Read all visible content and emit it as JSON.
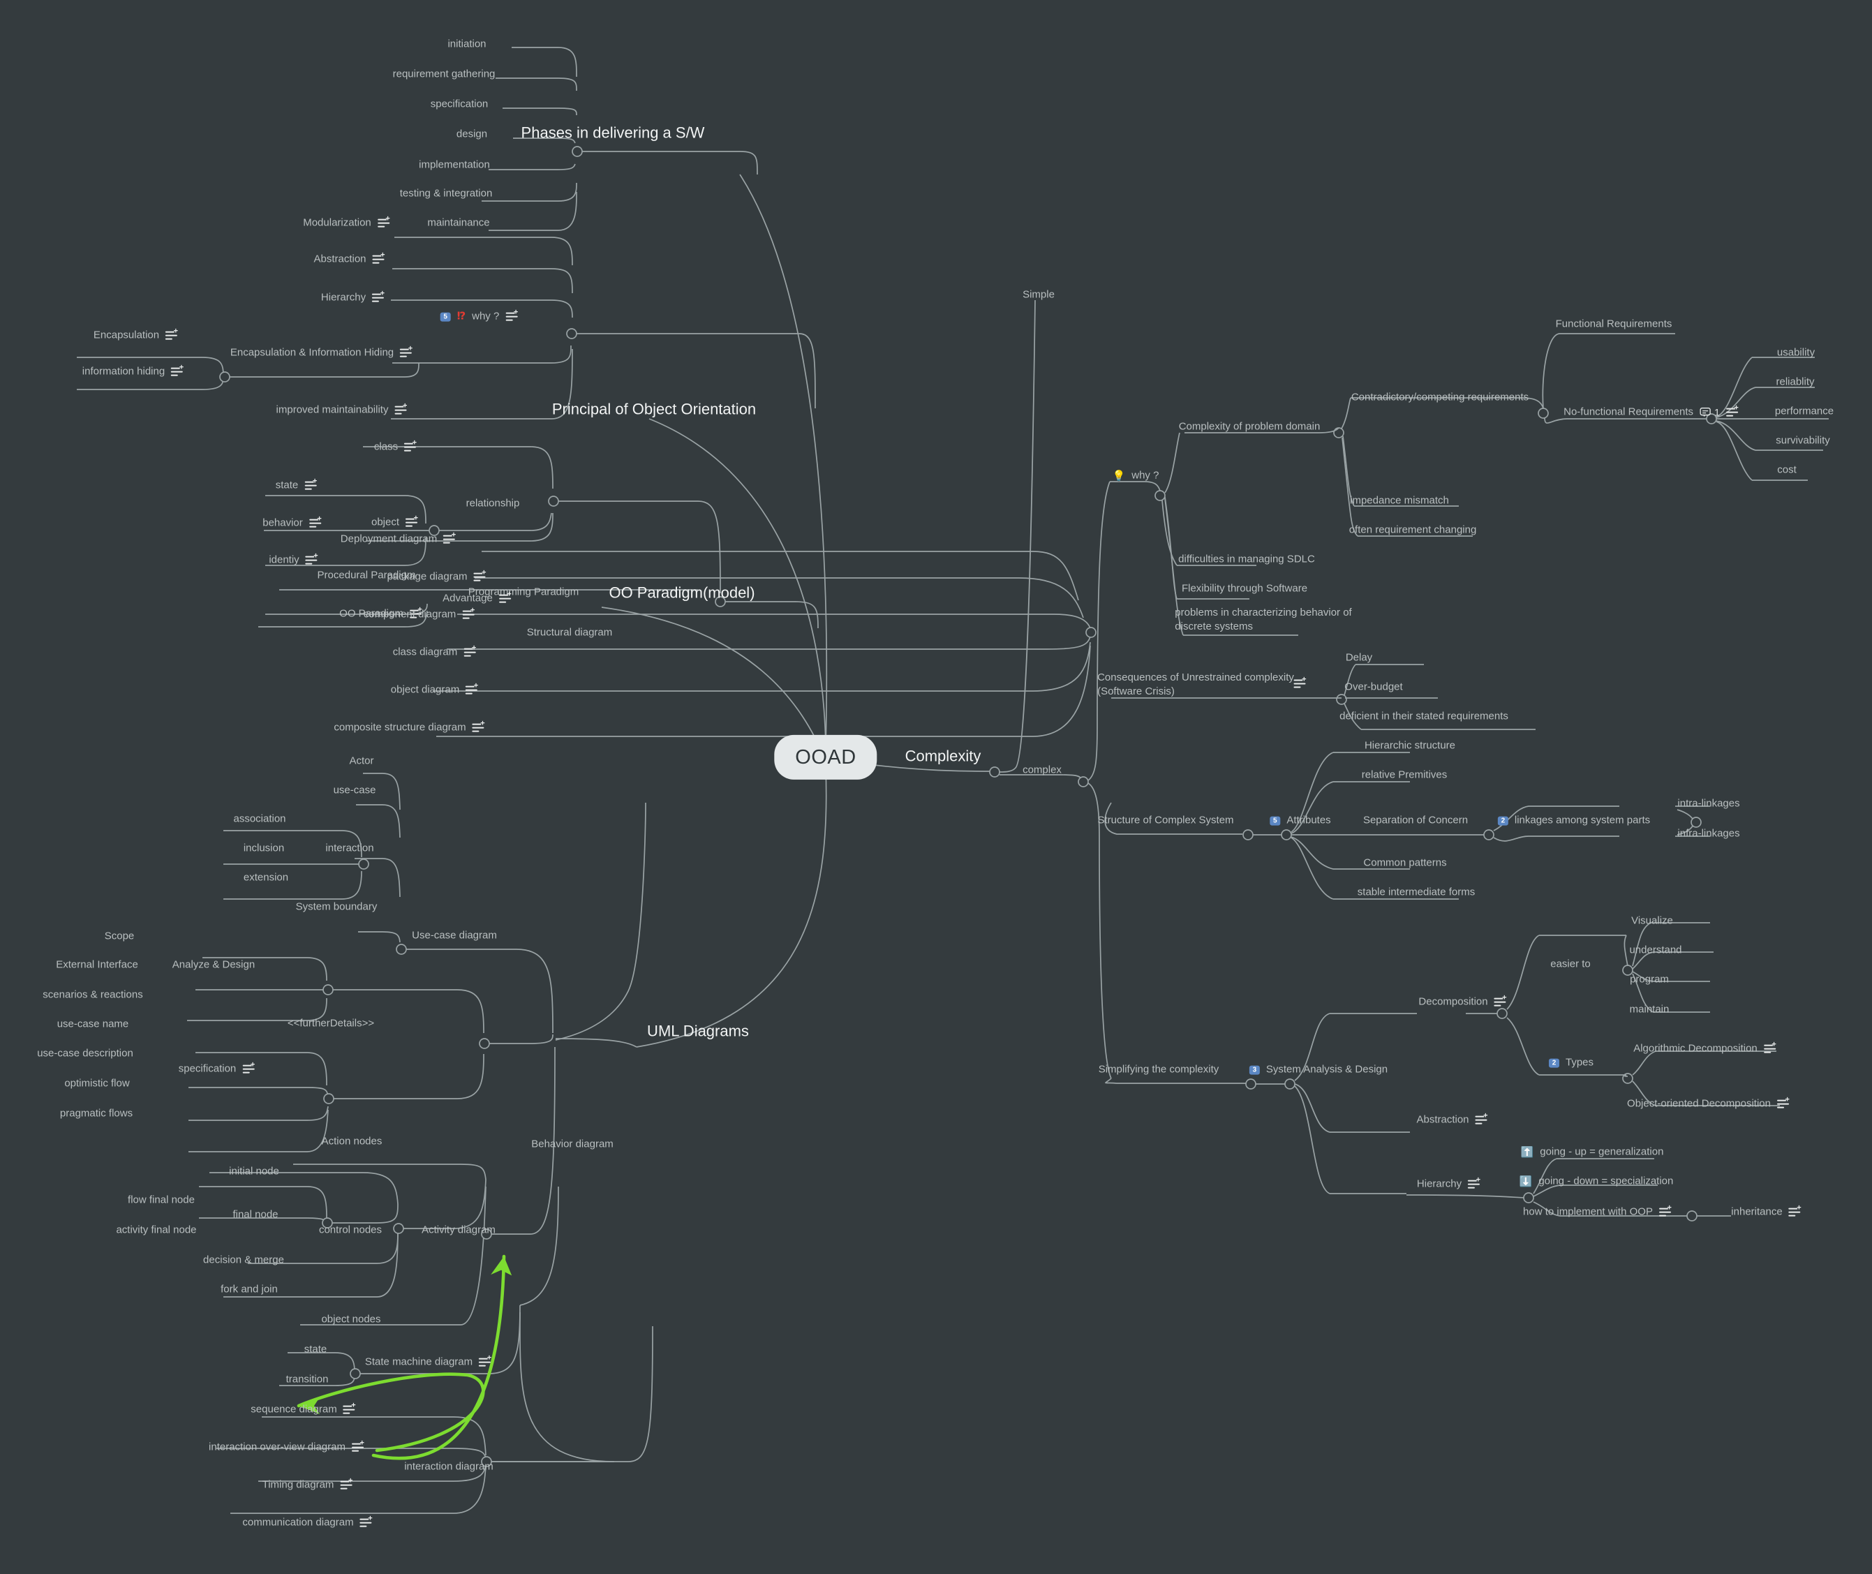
{
  "app": {
    "background": "#343b3e",
    "link_color": "#9aa3a5",
    "text_color": "#b9bfc0",
    "highlight_color": "#f2f4f4",
    "arrow_color": "#7ddc30",
    "badge_color": "#5b87c4"
  },
  "root": {
    "label": "OOAD"
  },
  "branches": [
    {
      "label": "Phases in delivering a S/W"
    },
    {
      "label": "Principal of Object Orientation"
    },
    {
      "label": "OO Paradigm(model)"
    },
    {
      "label": "UML Diagrams"
    },
    {
      "label": "Complexity"
    }
  ],
  "nodes": {
    "initiation": "initiation",
    "requirement_gathering": "requirement gathering",
    "specification_phase": "specification",
    "design": "design",
    "implementation": "implementation",
    "testing_integration": "testing & integration",
    "maintainance": "maintainance",
    "modularization": "Modularization",
    "abstraction_poo": "Abstraction",
    "hierarchy_poo": "Hierarchy",
    "why_left": "why ?",
    "why_left_badge": "5",
    "encapsulation": "Encapsulation",
    "information_hiding": "information hiding",
    "encapsulation_info_hiding": "Encapsulation & Information Hiding",
    "improved_maintainability": "improved maintainability",
    "class": "class",
    "object": "object",
    "relationship": "relationship",
    "state_oo": "state",
    "behavior": "behavior",
    "identiy": "identiy",
    "procedural_paradigm": "Procedural Paradigm",
    "oo_paradigm_child": "OO Paradigm",
    "programming_paradigm": "Programming Paradigm",
    "advantage": "Advantage",
    "deployment_diagram": "Deployment diagram",
    "package_diagram": "package diagram",
    "component_diagram": "component diagram",
    "class_diagram": "class diagram",
    "object_diagram": "object diagram",
    "composite_structure_diagram": "composite structure diagram",
    "structural_diagram": "Structural diagram",
    "actor": "Actor",
    "use_case": "use-case",
    "association": "association",
    "inclusion": "inclusion",
    "extension": "extension",
    "interaction": "interaction",
    "system_boundary": "System boundary",
    "use_case_diagram": "Use-case diagram",
    "scope": "Scope",
    "external_interface": "External Interface",
    "scenarios_reactions": "scenarios & reactions",
    "analyze_design": "Analyze & Design",
    "use_case_name": "use-case name",
    "use_case_description": "use-case description",
    "optimistic_flow": "optimistic flow",
    "pragmatic_flows": "pragmatic flows",
    "specification_uc": "specification",
    "further_details": "<<furtherDetails>>",
    "action_nodes": "Action nodes",
    "initial_node": "initial node",
    "final_node": "final node",
    "flow_final_node": "flow final node",
    "activity_final_node": "activity final node",
    "decision_merge": "decision & merge",
    "fork_and_join": "fork and join",
    "control_nodes": "control nodes",
    "object_nodes": "object nodes",
    "activity_diagram": "Activity diagram",
    "state_sm": "state",
    "transition": "transition",
    "state_machine_diagram": "State machine diagram",
    "sequence_diagram": "sequence diagram",
    "interaction_overview_diagram": "interaction over-view diagram",
    "timing_diagram": "Timing diagram",
    "communication_diagram": "communication diagram",
    "interaction_diagram": "interaction diagram",
    "behavior_diagram": "Behavior diagram",
    "simple": "Simple",
    "complex": "complex",
    "why_right": "why ?",
    "complexity_problem_domain": "Complexity of problem domain",
    "contradictory_requirements": "Contradictory/competing requirements",
    "functional_requirements": "Functional Requirements",
    "nonfunctional_requirements": "No-functional Requirements",
    "nonfunctional_comment_count": "1",
    "usability": "usability",
    "reliablity": "reliablity",
    "performance": "performance",
    "survivability": "survivability",
    "cost": "cost",
    "impedance_mismatch": "impedance mismatch",
    "often_requirement_changing": "often requirement changing",
    "difficulties_sdlc": "difficulties in managing SDLC",
    "flexibility_software": "Flexibility through Software",
    "problems_discrete": "problems in characterizing behavior of\ndiscrete systems",
    "consequences": "Consequences of Unrestrained complexity\n(Software Crisis)",
    "delay": "Delay",
    "over_budget": "Over-budget",
    "deficient_requirements": "deficient in their stated requirements",
    "structure_complex_system": "Structure of Complex System",
    "attributes": "Attributes",
    "attributes_badge": "5",
    "hierarchic_structure": "Hierarchic structure",
    "relative_premitives": "relative Premitives",
    "separation_of_concern": "Separation of Concern",
    "common_patterns": "Common patterns",
    "stable_intermediate_forms": "stable intermediate forms",
    "linkages_among_system_parts": "linkages among system parts",
    "linkages_badge": "2",
    "intra_linkages": "intra-linkages",
    "infra_linkages": "infra-linkages",
    "simplifying_complexity": "Simplifying the complexity",
    "system_analysis_design": "System Analysis & Design",
    "system_analysis_badge": "3",
    "decomposition": "Decomposition",
    "easier_to": "easier to",
    "visualize": "Visualize",
    "understand": "understand",
    "program": "program",
    "maintain": "maintain",
    "types": "Types",
    "types_badge": "2",
    "algorithmic_decomposition": "Algorithmic Decomposition",
    "object_oriented_decomposition": "Object-oriented Decomposition",
    "abstraction_sad": "Abstraction",
    "hierarchy_sad": "Hierarchy",
    "going_up": "going - up = generalization",
    "going_down": "going - down = specialization",
    "how_to_implement_oop": "how to implement with OOP",
    "inheritance": "inheritance"
  }
}
